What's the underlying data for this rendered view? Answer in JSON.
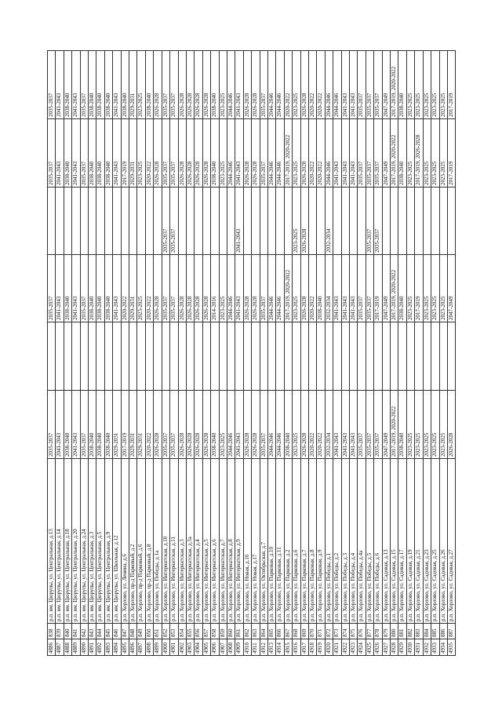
{
  "rows": [
    [
      "4886",
      "838",
      "р.п. им. Цюрупы, ул. Центральная, д.13",
      "2035-2037",
      "",
      "2035-2037",
      "",
      "2035-2037",
      "2035-2037"
    ],
    [
      "4887",
      "839",
      "р.п. им. Цюрупы, ул. Центральная, д.14",
      "2041-2043",
      "",
      "2041-2043",
      "",
      "2041-2043",
      "2041-2043"
    ],
    [
      "4888",
      "840",
      "р.п. им. Цюрупы, ул. Центральная, д.18",
      "2038-2040",
      "",
      "2038-2040",
      "",
      "2038-2040",
      "2038-2040"
    ],
    [
      "4889",
      "841",
      "р.п. им. Цюрупы, ул. Центральная, д.20",
      "2041-2043",
      "",
      "2041-2043",
      "",
      "2041-2043",
      "2041-2043"
    ],
    [
      "4890",
      "842",
      "р.п. им. Цюрупы, ул. Центральная, д.24",
      "2035-2037",
      "",
      "2035-2037",
      "",
      "2035-2037",
      "2035-2037"
    ],
    [
      "4891",
      "843",
      "р.п. им. Цюрупы, ул. Центральная, д.3",
      "2038-2040",
      "",
      "2038-2040",
      "",
      "2038-2040",
      "2038-2040"
    ],
    [
      "4892",
      "844",
      "р.п. им. Цюрупы, ул. Центральная, д.5",
      "2038-2040",
      "",
      "2038-2040",
      "",
      "2038-2040",
      "2038-2040"
    ],
    [
      "4893",
      "845",
      "р.п. им. Цюрупы, ул. Центральная, д.9",
      "2038-2040",
      "",
      "2038-2040",
      "",
      "2038-2040",
      "2038-2040"
    ],
    [
      "4894",
      "846",
      "р.п. им. Цюрупы, ул. Школьная, д.12",
      "2029-2031",
      "",
      "2041-2043",
      "",
      "2041-2043",
      "2041-2043"
    ],
    [
      "4895",
      "847",
      "р.п. Хорлово, ул. Ленина, д.6",
      "2017-2019",
      "",
      "2020-2022",
      "",
      "2017-2019",
      "2038-2040"
    ],
    [
      "4896",
      "848",
      "р.п. Хорлово, пр-д Парковый, д.2",
      "2029-2031",
      "",
      "2029-2031",
      "",
      "2029-2031",
      "2029-2031"
    ],
    [
      "4897",
      "849",
      "р.п. Хорлово, пр-д Парковый, д.6",
      "2029-2031",
      "",
      "2023-2025",
      "",
      "2023-2025",
      "2023-2025"
    ],
    [
      "4898",
      "850",
      "р.п. Хорлово, пр-д Парковый, д.8",
      "2020-2022",
      "",
      "2020-2022",
      "",
      "2020-2022",
      "2038-2040"
    ],
    [
      "4899",
      "851",
      "р.п. Хорлово, ул. Победы, д.1а",
      "2026-2028",
      "",
      "2026-2028",
      "",
      "2026-2028",
      "2026-2028"
    ],
    [
      "4900",
      "852",
      "р.п. Хорлово, ул. Интернатская, д.10",
      "2035-2037",
      "",
      "2035-2037",
      "2035-2037",
      "2035-2037",
      "2035-2037"
    ],
    [
      "4901",
      "853",
      "р.п. Хорлово, ул. Интернатская, д.11",
      "2035-2037",
      "",
      "2035-2037",
      "2035-2037",
      "2035-2037",
      "2035-2037"
    ],
    [
      "4902",
      "854",
      "р.п. Хорлово, ул. Интернатская, д.3",
      "2026-2028",
      "",
      "2026-2028",
      "",
      "2026-2028",
      "2026-2028"
    ],
    [
      "4903",
      "855",
      "р.п. Хорлово, ул. Интернатская, д.3а",
      "2026-2028",
      "",
      "2026-2028",
      "",
      "2026-2028",
      "2026-2028"
    ],
    [
      "4904",
      "856",
      "р.п. Хорлово, ул. Интернатская, д.4",
      "2026-2028",
      "",
      "2026-2028",
      "",
      "2026-2028",
      "2026-2028"
    ],
    [
      "4905",
      "857",
      "р.п. Хорлово, ул. Интернатская, д.5",
      "2026-2028",
      "",
      "2026-2028",
      "",
      "2026-2028",
      "2026-2028"
    ],
    [
      "4906",
      "858",
      "р.п. Хорлово, ул. Интернатская, д.6",
      "2038-2040",
      "",
      "2014-2016",
      "",
      "2038-2040",
      "2038-2040"
    ],
    [
      "4907",
      "859",
      "р.п. Хорлово, ул. Интернатская, д.7",
      "2023-2025",
      "",
      "2023-2025",
      "",
      "2023-2025",
      "2023-2025"
    ],
    [
      "4908",
      "860",
      "р.п. Хорлово, ул. Интернатская, д.8",
      "2044-2046",
      "",
      "2044-2046",
      "",
      "2044-2046",
      "2044-2046"
    ],
    [
      "4909",
      "861",
      "р.п. Хорлово, ул. Интернатская, д.9",
      "2041-2043",
      "",
      "2041-2043",
      "2041-2043",
      "2041-2043",
      "2041-2043"
    ],
    [
      "4910",
      "862",
      "р.п. Хорлово, ул. Новая, д.16",
      "2026-2028",
      "",
      "2026-2028",
      "",
      "2026-2028",
      "2026-2028"
    ],
    [
      "4911",
      "863",
      "р.п. Хорлово, ул. Новая, д.17",
      "2026-2028",
      "",
      "2026-2028",
      "",
      "2026-2028",
      "2026-2028"
    ],
    [
      "4912",
      "864",
      "р.п. Хорлово, ул. Октябрьская, д.7",
      "2035-2037",
      "",
      "2035-2037",
      "",
      "2035-2037",
      "2035-2037"
    ],
    [
      "4913",
      "865",
      "р.п. Хорлово, ул. Парковая, д.10",
      "2044-2046",
      "",
      "2044-2046",
      "",
      "2044-2046",
      "2044-2046"
    ],
    [
      "4914",
      "866",
      "р.п. Хорлово, ул. Парковая, д.11",
      "2044-2046",
      "",
      "2044-2046",
      "",
      "2044-2046",
      "2044-2046"
    ],
    [
      "4915",
      "867",
      "р.п. Хорлово, ул. Парковая, д.2",
      "2038-2040",
      "",
      "2017-2019, 2020-2022",
      "",
      "2017-2019, 2020-2022",
      "2020-2022"
    ],
    [
      "4916",
      "868",
      "р.п. Хорлово, ул. Парковая, д.6",
      "2023-2025",
      "",
      "2023-2025",
      "2023-2025",
      "2023-2025",
      "2023-2025"
    ],
    [
      "4917",
      "869",
      "р.п. Хорлово, ул. Парковая, д.7",
      "2026-2028",
      "",
      "2026-2028",
      "2026-2028",
      "2026-2028",
      "2026-2028"
    ],
    [
      "4918",
      "870",
      "р.п. Хорлово, ул. Парковая, д.8",
      "2020-2022",
      "",
      "2020-2022",
      "",
      "2020-2022",
      "2020-2022"
    ],
    [
      "4919",
      "871",
      "р.п. Хорлово, ул. Парковая, д.9",
      "2020-2022",
      "",
      "2038-2040",
      "",
      "2020-2022",
      "2020-2022"
    ],
    [
      "4920",
      "872",
      "р.п. Хорлово, ул. Победы, д.1",
      "2032-2034",
      "",
      "2032-2034",
      "2032-2034",
      "2044-2046",
      "2044-2046"
    ],
    [
      "4921",
      "873",
      "р.п. Хорлово, ул. Победы, д.2",
      "2041-2043",
      "",
      "2041-2043",
      "",
      "2041-2043",
      "2044-2046"
    ],
    [
      "4922",
      "874",
      "р.п. Хорлово, ул. Победы, д.3",
      "2041-2043",
      "",
      "2041-2043",
      "",
      "2041-2043",
      "2041-2043"
    ],
    [
      "4923",
      "875",
      "р.п. Хорлово, ул. Победы, д.4",
      "2041-2043",
      "",
      "2041-2043",
      "",
      "2041-2043",
      "2041-2043"
    ],
    [
      "4924",
      "876",
      "р.п. Хорлово, ул. Победы, д.4а",
      "2035-2037",
      "",
      "2035-2037",
      "",
      "2035-2037",
      "2035-2037"
    ],
    [
      "4925",
      "877",
      "р.п. Хорлово, ул. Победы, д.5",
      "2035-2037",
      "",
      "2035-2037",
      "2035-2037",
      "2035-2037",
      "2035-2037"
    ],
    [
      "4926",
      "878",
      "р.п. Хорлово, ул. Победы, д.6",
      "2035-2037",
      "",
      "2017-2019",
      "2035-2037",
      "2035-2037",
      "2035-2037"
    ],
    [
      "4927",
      "879",
      "р.п. Хорлово, ул. Садовая, д.13",
      "2047-2049",
      "",
      "2047-2049",
      "",
      "2047-2049",
      "2047-2049"
    ],
    [
      "4928",
      "880",
      "р.п. Хорлово, ул. Садовая, д.15",
      "2017-2019, 2020-2022",
      "",
      "2017-2019, 2020-2022",
      "",
      "2017-2019, 2020-2022",
      "2017-2019, 2020-2022"
    ],
    [
      "4929",
      "881",
      "р.п. Хорлово, ул. Садовая, д.17",
      "2038-2040",
      "",
      "2038-2040",
      "",
      "2038-2040",
      "2038-2040"
    ],
    [
      "4930",
      "882",
      "р.п. Хорлово, ул. Садовая, д.19",
      "2023-2025",
      "",
      "2023-2025",
      "",
      "2023-2025",
      "2023-2025"
    ],
    [
      "4931",
      "883",
      "р.п. Хорлово, ул. Садовая, д.21",
      "2023-2025",
      "",
      "2017-2019",
      "",
      "2017-2019, 2026-2028",
      "2023-2025"
    ],
    [
      "4932",
      "884",
      "р.п. Хорлово, ул. Садовая, д.23",
      "2023-2025",
      "",
      "2023-2025",
      "",
      "2023-2025",
      "2023-2025"
    ],
    [
      "4933",
      "885",
      "р.п. Хорлово, ул. Садовая, д.25",
      "2023-2025",
      "",
      "2023-2025",
      "",
      "2023-2025",
      "2023-2025"
    ],
    [
      "4934",
      "886",
      "р.п. Хорлово, ул. Садовая, д.26",
      "2023-2025",
      "",
      "2023-2025",
      "",
      "2023-2025",
      "2023-2025"
    ],
    [
      "4935",
      "887",
      "р.п. Хорлово, ул. Садовая, д.27",
      "2026-2028",
      "",
      "2047-2049",
      "",
      "2017-2019",
      "2017-2019"
    ]
  ]
}
